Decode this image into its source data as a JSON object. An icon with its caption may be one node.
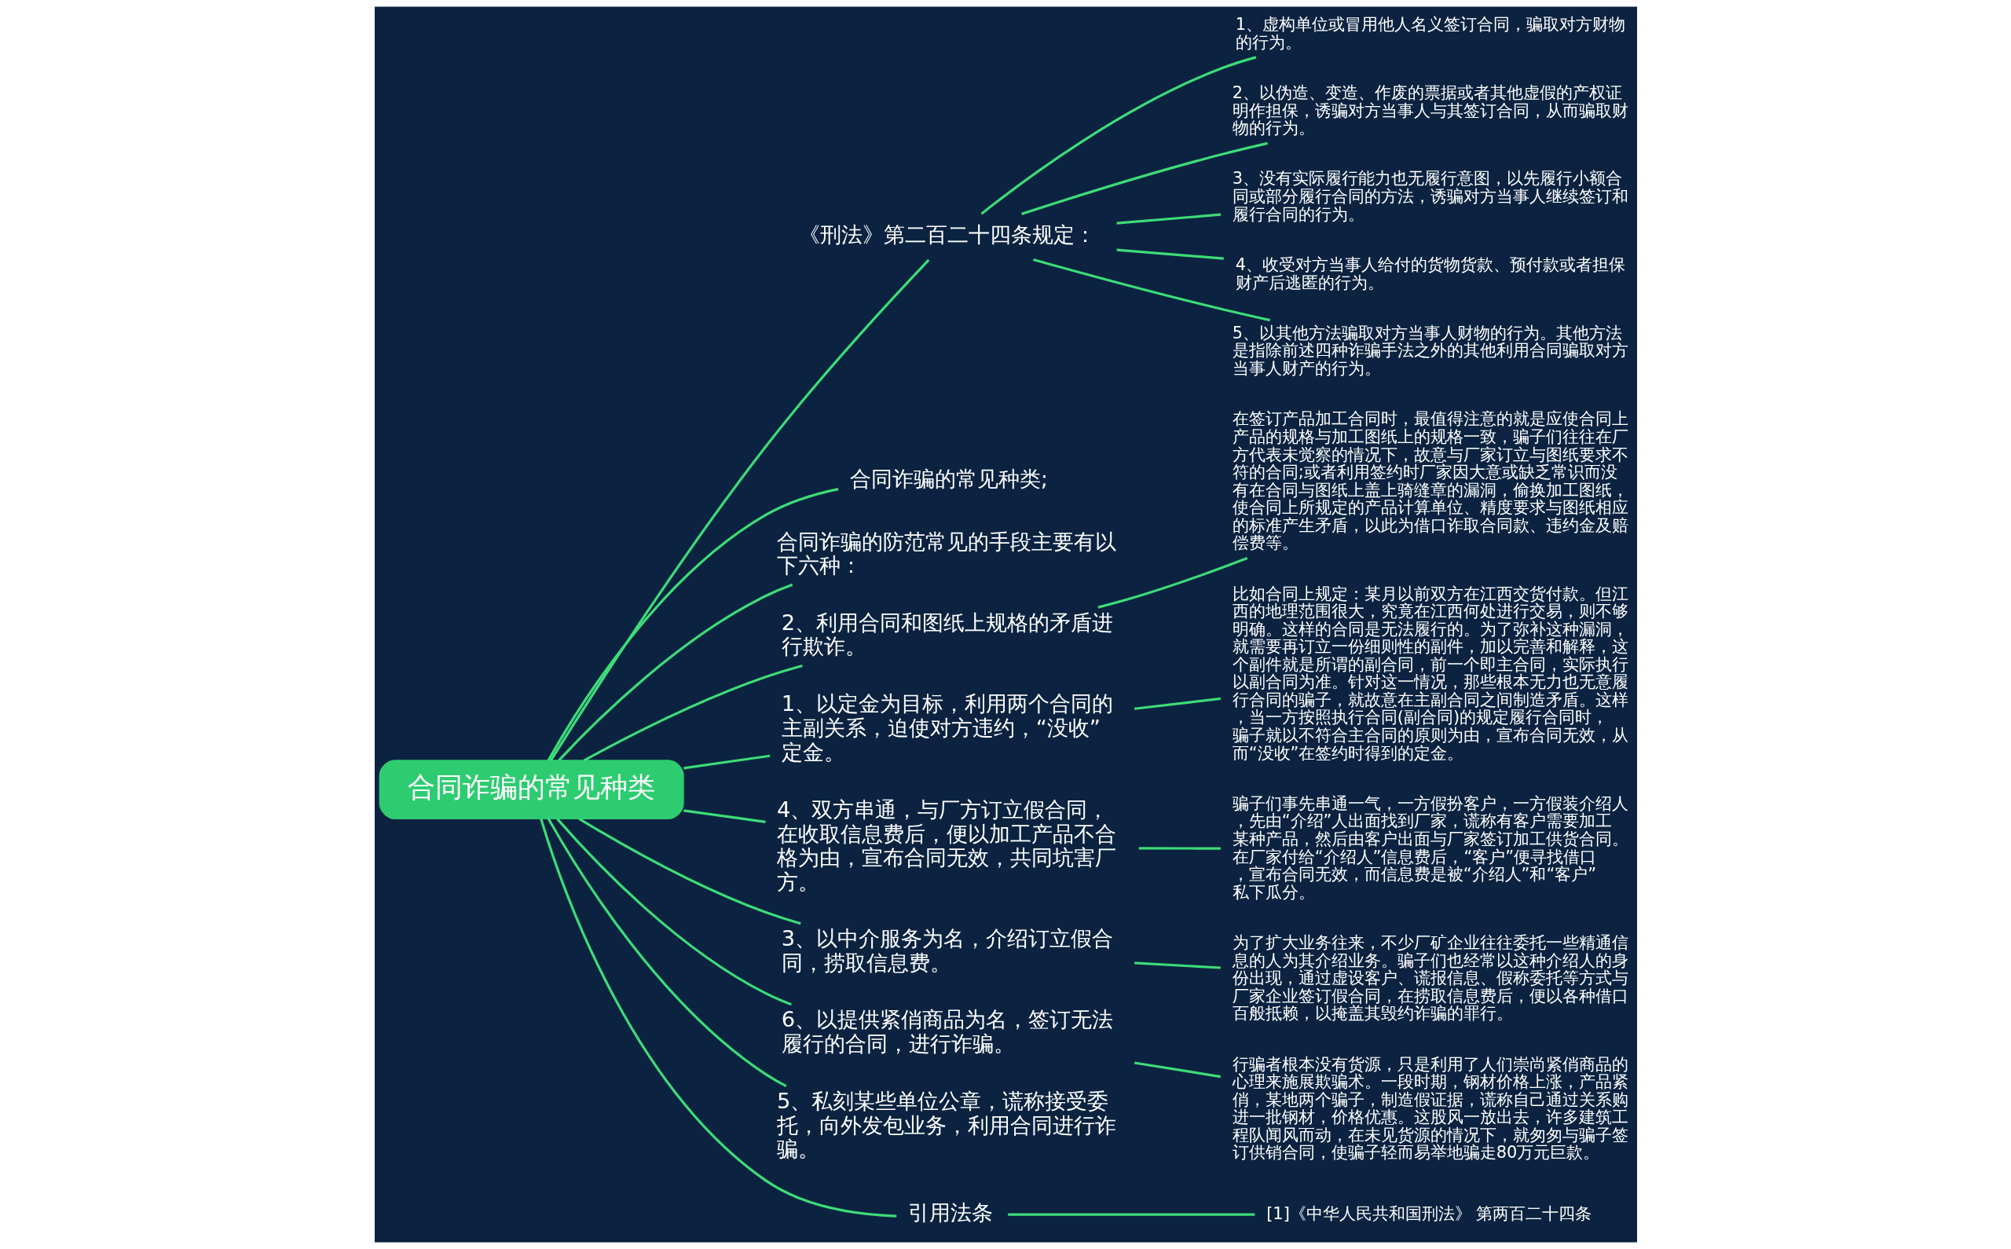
{
  "diagram": {
    "nodes": [
      {
        "text": [
          "合同诈骗的常见种类"
        ]
      },
      {
        "text": [
          "《刑法》第二百二十四条规定："
        ]
      },
      {
        "text": [
          "1、虚构单位或冒用他人名义签订合同，骗取对方财物的行为。"
        ]
      },
      {
        "text": [
          "2、以伪造、变造、作废的票据或者其他虚假的产权证明作担保，诱骗对方当事人与其签订合同，从而骗取财物的行为。"
        ]
      },
      {
        "text": [
          "3、没有实际履行能力也无履行意图，以先履行小额合同或部分履行合同的方法，诱骗对方当事人继续签订和履行合同的行为。"
        ]
      },
      {
        "text": [
          "4、收受对方当事人给付的货物货款、预付款或者担保财产后逃匿的行为。"
        ]
      },
      {
        "text": [
          "5、以其他方法骗取对方当事人财物的行为。其他方法是指除前述四种诈骗手法之外的其他利用合同骗取对方当事人财产的行为。"
        ]
      },
      {
        "text": [
          "合同诈骗的常见种类;"
        ]
      },
      {
        "text": [
          "合同诈骗的防范常见的手段主要有以下六种："
        ]
      },
      {
        "text": [
          "2、利用合同和图纸上规格的矛盾进行欺诈。"
        ]
      },
      {
        "text": [
          "在签订产品加工合同时，最值得注意的就是应使合同上产品的规格与加工图纸上的规格一致，骗子们往往在厂方代表未觉察的情况下，故意与厂家订立与图纸要求不符的合同;或者利用签约时厂家因大意或缺乏常识而没有在合同与图纸上盖上骑缝章的漏洞，偷换加工图纸，使合同上所规定的产品计算单位、精度要求与图纸相应的标准产生矛盾，以此为借口诈取合同款、违约金及赔偿费等。"
        ]
      },
      {
        "text": [
          "1、以定金为目标，利用两个合同的主副关系，迫使对方违约，“没收”定金。"
        ]
      },
      {
        "text": [
          "比如合同上规定：某月以前双方在江西交货付款。但江西的地理范围很大，究竟在江西何处进行交易，则不够明确。这样的合同是无法履行的。为了弥补这种漏洞，就需要再订立一份细则性的副件，加以完善和解释，这个副件就是所谓的副合同，前一个即主合同，实际执行以副合同为准。针对这一情况，那些根本无力也无意履行合同的骗子，就故意在主副合同之间制造矛盾。这样，当一方按照执行合同(副合同)的规定履行合同时，骗子就以不符合主合同的原则为由，宣布合同无效，从而“没收”在签约时得到的定金。"
        ]
      },
      {
        "text": [
          "4、双方串通，与厂方订立假合同，在收取信息费后，便以加工产品不合格为由，宣布合同无效，共同坑害厂方。"
        ]
      },
      {
        "text": [
          "骗子们事先串通一气，一方假扮客户，一方假装介绍人，先由“介绍”人出面找到厂家，谎称有客户需要加工某种产品，然后由客户出面与厂家签订加工供货合同。在厂家付给“介绍人”信息费后，“客户”便寻找借口，宣布合同无效，而信息费是被“介绍人”和“客户”私下瓜分。"
        ]
      },
      {
        "text": [
          "3、以中介服务为名，介绍订立假合同，捞取信息费。"
        ]
      },
      {
        "text": [
          "为了扩大业务往来，不少厂矿企业往往委托一些精通信息的人为其介绍业务。骗子们也经常以这种介绍人的身份出现，通过虚设客户、谎报信息、假称委托等方式与厂家企业签订假合同，在捞取信息费后，便以各种借口百般抵赖，以掩盖其毁约诈骗的罪行。"
        ]
      },
      {
        "text": [
          "6、以提供紧俏商品为名，签订无法履行的合同，进行诈骗。"
        ]
      },
      {
        "text": [
          "行骗者根本没有货源，只是利用了人们崇尚紧俏商品的心理来施展欺骗术。一段时期，钢材价格上涨，产品紧俏，某地两个骗子，制造假证据，谎称自己通过关系购进一批钢材，价格优惠。这股风一放出去，许多建筑工程队闻风而动，在未见货源的情况下，就匆匆与骗子签订供销合同，使骗子轻而易举地骗走80万元巨款。"
        ]
      },
      {
        "text": [
          "5、私刻某些单位公章，谎称接受委托，向外发包业务，利用合同进行诈骗。"
        ]
      },
      {
        "text": [
          "引用法条"
        ]
      },
      {
        "text": [
          "[1]《中华人民共和国刑法》 第两百二十四条"
        ]
      }
    ],
    "edges": [
      {
        "from": 0,
        "to": 1,
        "arrow": "none"
      },
      {
        "from": 1,
        "to": 2,
        "arrow": "none"
      },
      {
        "from": 1,
        "to": 3,
        "arrow": "none"
      },
      {
        "from": 1,
        "to": 4,
        "arrow": "none"
      },
      {
        "from": 1,
        "to": 5,
        "arrow": "none"
      },
      {
        "from": 1,
        "to": 6,
        "arrow": "none"
      },
      {
        "from": 0,
        "to": 7,
        "arrow": "none"
      },
      {
        "from": 0,
        "to": 8,
        "arrow": "none"
      },
      {
        "from": 0,
        "to": 9,
        "arrow": "none"
      },
      {
        "from": 9,
        "to": 10,
        "arrow": "none"
      },
      {
        "from": 0,
        "to": 11,
        "arrow": "none"
      },
      {
        "from": 11,
        "to": 12,
        "arrow": "none"
      },
      {
        "from": 0,
        "to": 13,
        "arrow": "none"
      },
      {
        "from": 13,
        "to": 14,
        "arrow": "none"
      },
      {
        "from": 0,
        "to": 15,
        "arrow": "none"
      },
      {
        "from": 15,
        "to": 16,
        "arrow": "none"
      },
      {
        "from": 0,
        "to": 17,
        "arrow": "none"
      },
      {
        "from": 17,
        "to": 18,
        "arrow": "none"
      },
      {
        "from": 0,
        "to": 19,
        "arrow": "none"
      },
      {
        "from": 0,
        "to": 20,
        "arrow": "none"
      },
      {
        "from": 20,
        "to": 21,
        "arrow": "none"
      }
    ]
  }
}
